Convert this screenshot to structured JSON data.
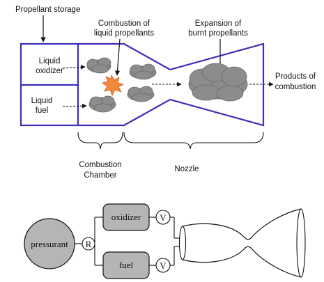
{
  "rocket_schematic": {
    "label_propellant_storage": "Propellant storage",
    "label_combustion_line1": "Combustion of",
    "label_combustion_line2": "liquid propellants",
    "label_expansion_line1": "Expansion of",
    "label_expansion_line2": "burnt propellants",
    "label_products_line1": "Products of",
    "label_products_line2": "combustion",
    "label_oxidizer_line1": "Liquid",
    "label_oxidizer_line2": "oxidizer",
    "label_fuel_line1": "Liquid",
    "label_fuel_line2": "fuel",
    "label_chamber_line1": "Combustion",
    "label_chamber_line2": "Chamber",
    "label_nozzle": "Nozzle",
    "outline_color": "#3b2fb8",
    "cloud_color": "#8c8c8c",
    "spark_color": "#f08a3a"
  },
  "feed_system": {
    "pressurant_label": "pressurant",
    "regulator_symbol": "R",
    "oxidizer_label": "oxidizer",
    "fuel_label": "fuel",
    "valve_symbol": "V",
    "tank_color": "#b5b5b5"
  }
}
